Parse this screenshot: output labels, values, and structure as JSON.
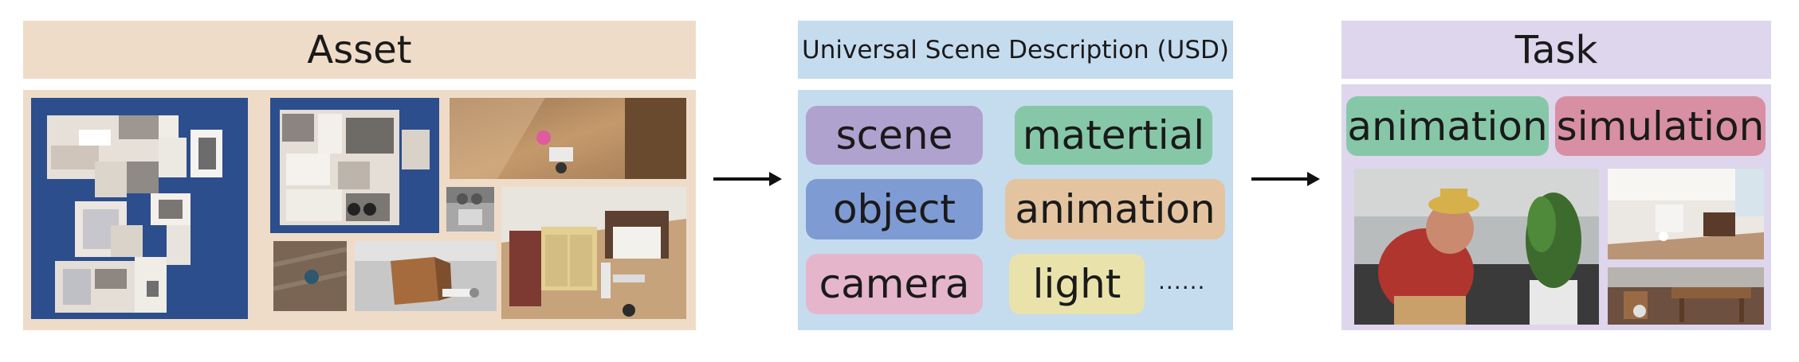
{
  "asset": {
    "title": "Asset"
  },
  "usd": {
    "title": "Universal Scene Description (USD)",
    "tags": [
      {
        "label": "scene",
        "color": "#b0a2cf"
      },
      {
        "label": "matertial",
        "color": "#86c7a8"
      },
      {
        "label": "object",
        "color": "#7f9bd3"
      },
      {
        "label": "animation",
        "color": "#e4c4a0"
      },
      {
        "label": "camera",
        "color": "#e5b6cb"
      },
      {
        "label": "light",
        "color": "#e9e2aa"
      }
    ],
    "ellipsis": "......"
  },
  "task": {
    "title": "Task",
    "tags": [
      {
        "label": "animation",
        "color": "#86c7a8"
      },
      {
        "label": "simulation",
        "color": "#d88fa3"
      }
    ]
  },
  "colors": {
    "asset_bg": "#efdcc8",
    "usd_bg": "#c5dcef",
    "task_bg": "#ddd6ec"
  }
}
